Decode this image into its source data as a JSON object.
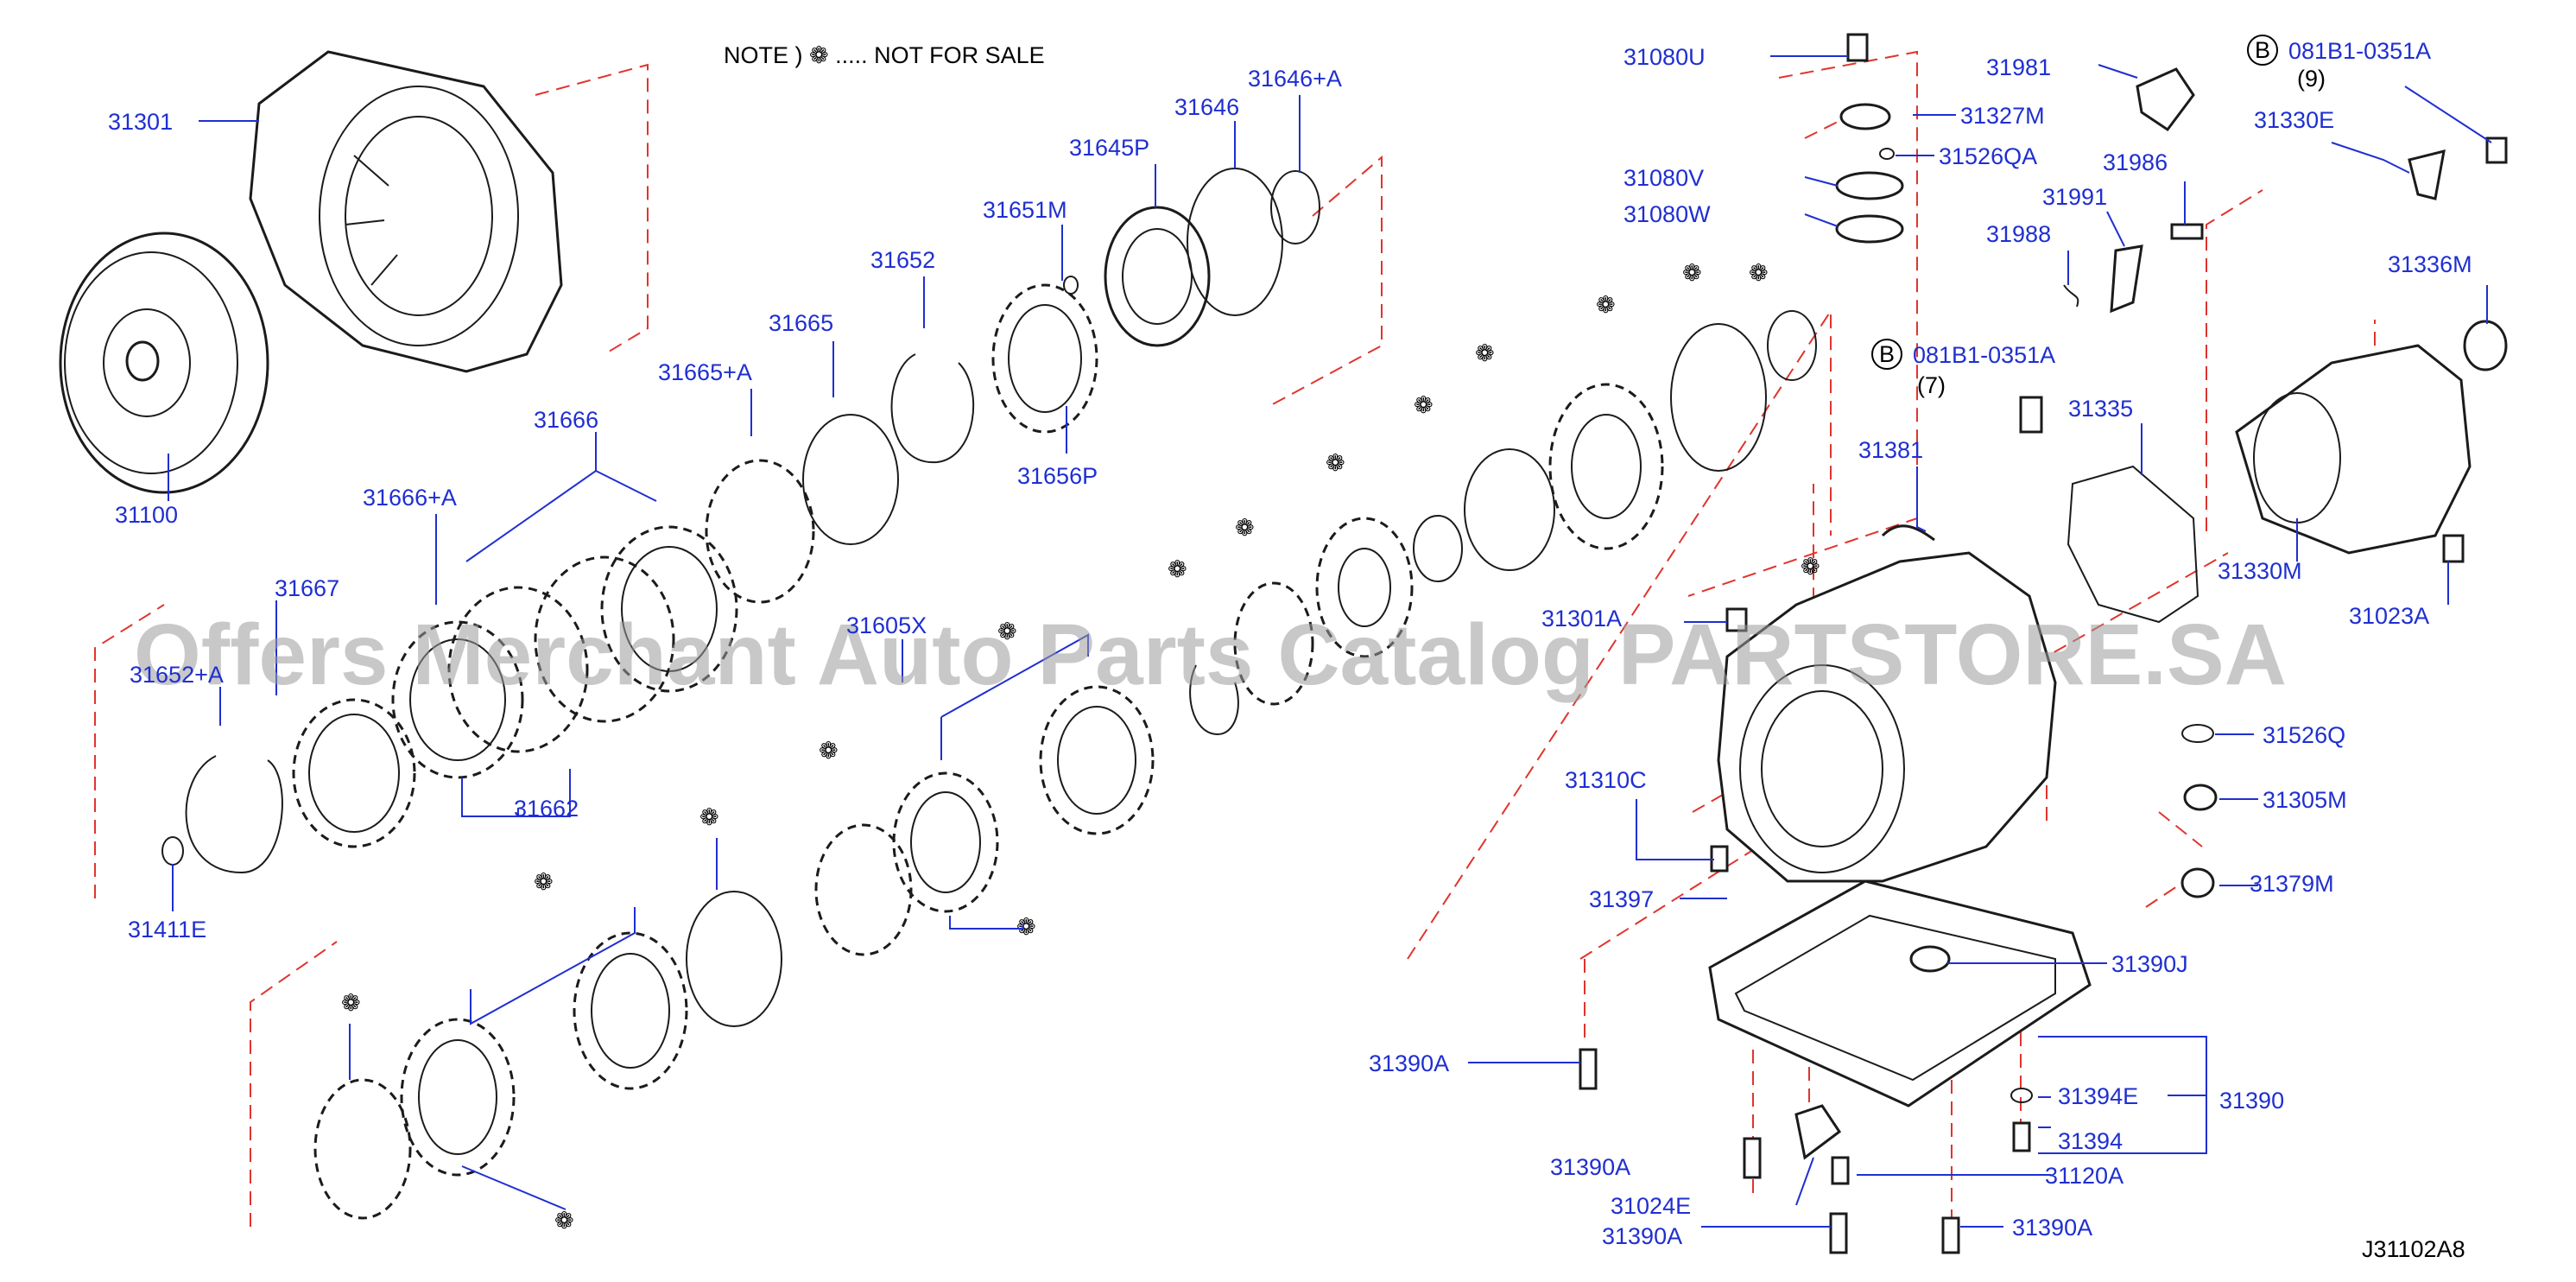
{
  "note": {
    "text": "NOTE  )  ❁ .....  NOT   FOR   SALE",
    "symbol": "❁"
  },
  "watermark": "Offers Merchant Auto Parts Catalog PARTSTORE.SA",
  "diagram_code": "J31102A8",
  "bolt_spec_a": {
    "badge": "B",
    "code": "081B1-0351A",
    "qty": "(9)"
  },
  "bolt_spec_b": {
    "badge": "B",
    "code": "081B1-0351A",
    "qty": "(7)"
  },
  "labels": {
    "p31301": "31301",
    "p31100": "31100",
    "p31666": "31666",
    "p31666a": "31666+A",
    "p31667": "31667",
    "p31652a": "31652+A",
    "p31411e": "31411E",
    "p31662": "31662",
    "p31665a": "31665+A",
    "p31665": "31665",
    "p31652": "31652",
    "p31651m": "31651M",
    "p31656p": "31656P",
    "p31645p": "31645P",
    "p31646": "31646",
    "p31646a": "31646+A",
    "p31605x": "31605X",
    "p31080u": "31080U",
    "p31080v": "31080V",
    "p31080w": "31080W",
    "p31327m": "31327M",
    "p31526qa": "31526QA",
    "p31981": "31981",
    "p31986": "31986",
    "p31991": "31991",
    "p31988": "31988",
    "p31330e": "31330E",
    "p31336m": "31336M",
    "p31335": "31335",
    "p31381": "31381",
    "p31330m": "31330M",
    "p31023a": "31023A",
    "p31301a": "31301A",
    "p31526q": "31526Q",
    "p31305m": "31305M",
    "p31379m": "31379M",
    "p31310c": "31310C",
    "p31397": "31397",
    "p31390j": "31390J",
    "p31390a_1": "31390A",
    "p31394e": "31394E",
    "p31390": "31390",
    "p31394": "31394",
    "p31390a_2": "31390A",
    "p31120a": "31120A",
    "p31024e": "31024E",
    "p31390a_3": "31390A",
    "p31390a_4": "31390A"
  }
}
